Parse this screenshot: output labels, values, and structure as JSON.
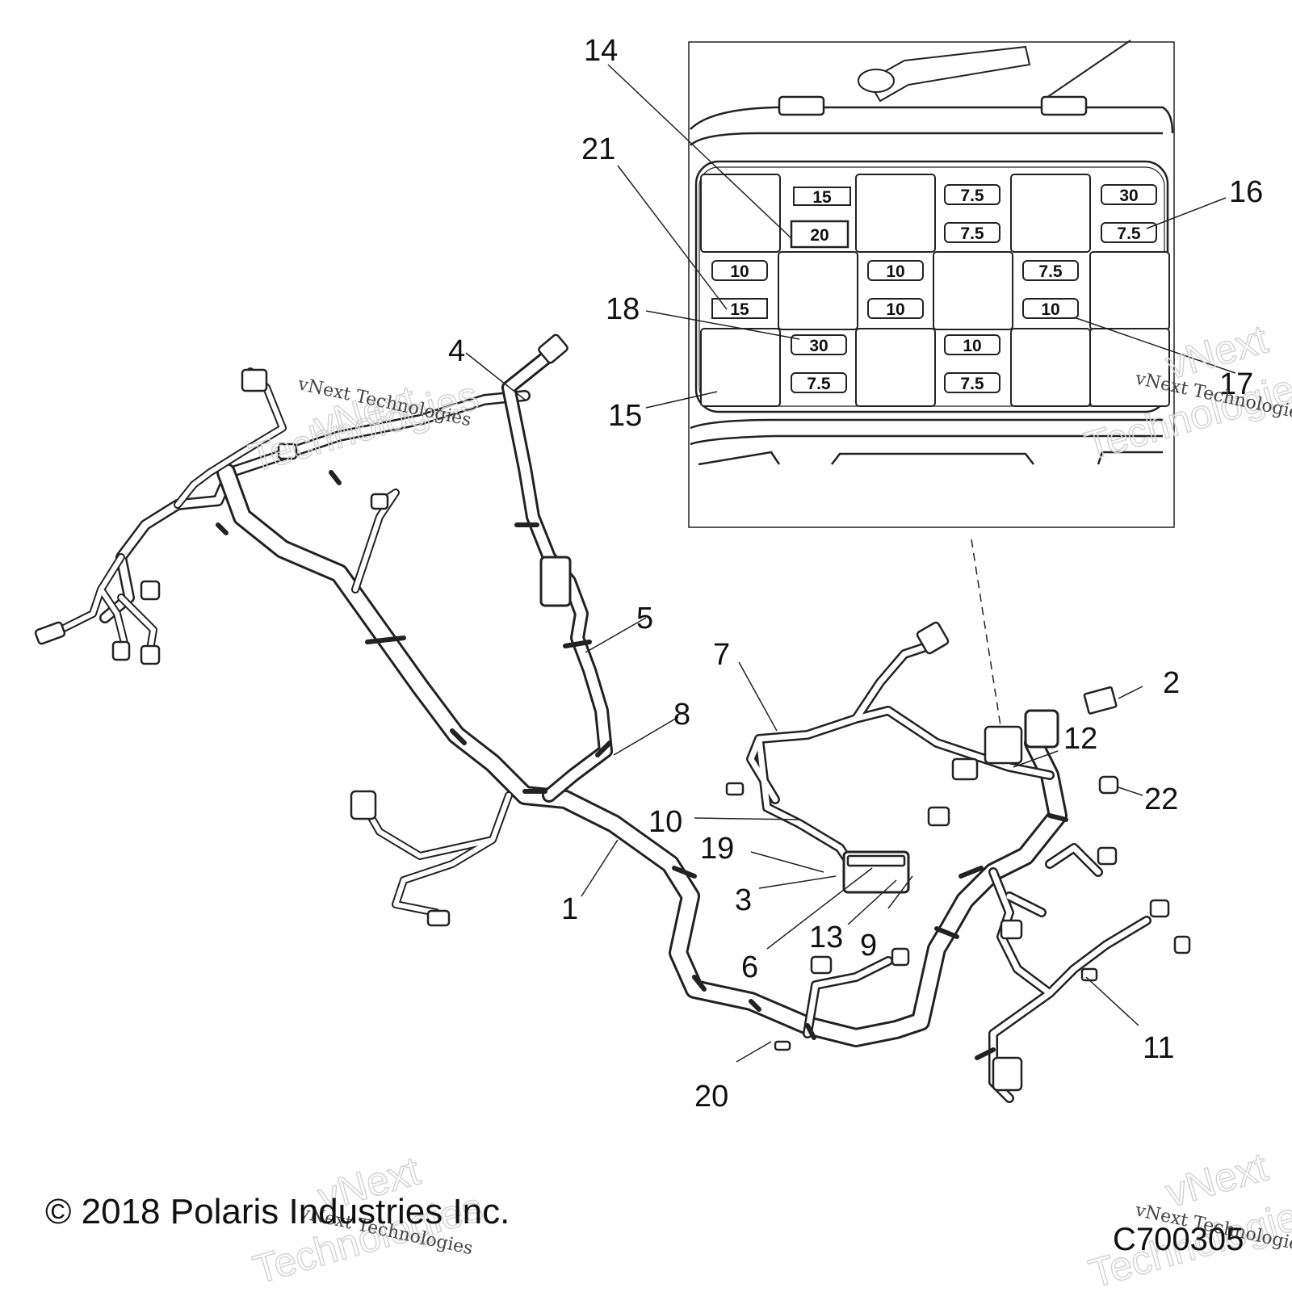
{
  "callouts": [
    "1",
    "2",
    "3",
    "4",
    "5",
    "6",
    "7",
    "8",
    "9",
    "10",
    "11",
    "12",
    "13",
    "14",
    "15",
    "16",
    "17",
    "18",
    "19",
    "20",
    "21",
    "22"
  ],
  "fuses": {
    "top": [
      "15",
      "20",
      "7.5",
      "7.5",
      "30",
      "7.5"
    ],
    "middle": [
      "10",
      "15",
      "10",
      "10",
      "7.5",
      "10"
    ],
    "bottom": [
      "30",
      "7.5",
      "10",
      "7.5"
    ]
  },
  "watermark": {
    "small": "vNext Technologies",
    "big_line1": "vNext",
    "big_line2": "Technologies"
  },
  "copyright": "© 2018 Polaris Industries Inc.",
  "drawing_code": "C700305"
}
